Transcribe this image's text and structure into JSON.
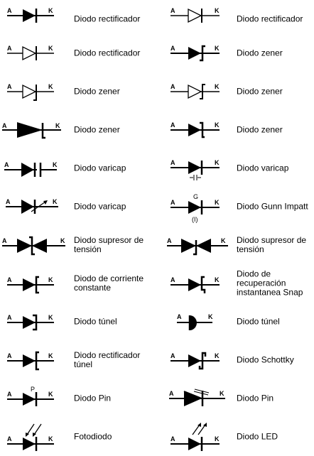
{
  "pins": {
    "a": "A",
    "k": "K",
    "p": "P",
    "g": "G",
    "i": "(I)"
  },
  "items": [
    {
      "label": "Diodo rectificador",
      "icon": "rectifier-diode"
    },
    {
      "label": "Diodo rectificador",
      "icon": "rectifier-diode-outline"
    },
    {
      "label": "Diodo rectificador",
      "icon": "rectifier-diode-outline"
    },
    {
      "label": "Diodo zener",
      "icon": "zener-diode"
    },
    {
      "label": "Diodo zener",
      "icon": "zener-diode-outline"
    },
    {
      "label": "Diodo zener",
      "icon": "zener-diode-outline"
    },
    {
      "label": "Diodo zener",
      "icon": "zener-diode-long"
    },
    {
      "label": "Diodo zener",
      "icon": "zener-diode"
    },
    {
      "label": "Diodo varicap",
      "icon": "varicap-diode"
    },
    {
      "label": "Diodo varicap",
      "icon": "varicap-diode-capacitor"
    },
    {
      "label": "Diodo varicap",
      "icon": "varicap-diode-arrow"
    },
    {
      "label": "Diodo Gunn Impatt",
      "icon": "gunn-impatt-diode"
    },
    {
      "label": "Diodo supresor de tensión",
      "icon": "tvs-diode"
    },
    {
      "label": "Diodo supresor de tensión",
      "icon": "tvs-diode-alt"
    },
    {
      "label": "Diodo de corriente constante",
      "icon": "constant-current-diode"
    },
    {
      "label": "Diodo de recuperación instantanea Snap",
      "icon": "snap-recovery-diode"
    },
    {
      "label": "Diodo túnel",
      "icon": "tunnel-diode"
    },
    {
      "label": "Diodo túnel",
      "icon": "tunnel-diode-alt"
    },
    {
      "label": "Diodo rectificador túnel",
      "icon": "backward-tunnel-diode"
    },
    {
      "label": "Diodo Schottky",
      "icon": "schottky-diode"
    },
    {
      "label": "Diodo Pin",
      "icon": "pin-diode"
    },
    {
      "label": "Diodo Pin",
      "icon": "pin-diode-alt"
    },
    {
      "label": "Fotodiodo",
      "icon": "photodiode"
    },
    {
      "label": "Diodo LED",
      "icon": "led-diode"
    }
  ]
}
